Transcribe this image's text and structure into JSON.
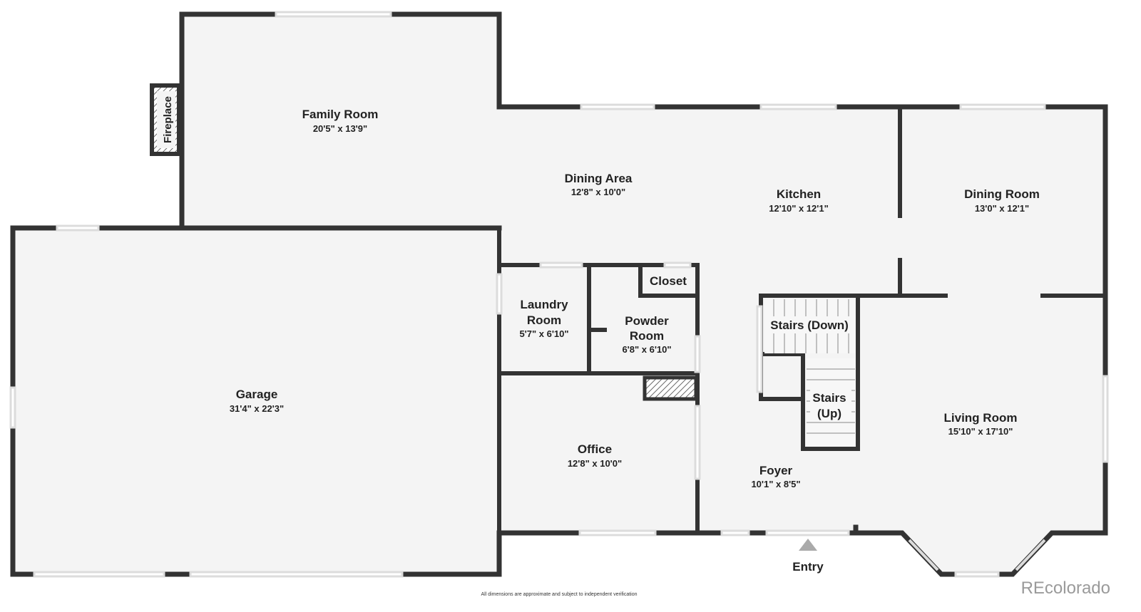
{
  "rooms": {
    "family_room": {
      "name": "Family Room",
      "dim": "20'5\" x 13'9\""
    },
    "dining_area": {
      "name": "Dining Area",
      "dim": "12'8\" x 10'0\""
    },
    "kitchen": {
      "name": "Kitchen",
      "dim": "12'10\" x 12'1\""
    },
    "dining_room": {
      "name": "Dining Room",
      "dim": "13'0\" x 12'1\""
    },
    "garage": {
      "name": "Garage",
      "dim": "31'4\" x 22'3\""
    },
    "laundry": {
      "name1": "Laundry",
      "name2": "Room",
      "dim": "5'7\" x 6'10\""
    },
    "powder": {
      "name1": "Powder",
      "name2": "Room",
      "dim": "6'8\" x 6'10\""
    },
    "closet": {
      "name": "Closet"
    },
    "office": {
      "name": "Office",
      "dim": "12'8\" x 10'0\""
    },
    "foyer": {
      "name": "Foyer",
      "dim": "10'1\" x 8'5\""
    },
    "living_room": {
      "name": "Living Room",
      "dim": "15'10\" x 17'10\""
    },
    "stairs_down": {
      "name": "Stairs (Down)"
    },
    "stairs_up": {
      "name1": "Stairs",
      "name2": "(Up)"
    }
  },
  "labels": {
    "fireplace": "Fireplace",
    "entry": "Entry",
    "disclaimer": "All dimensions are approximate and subject to independent verification",
    "brand": "REcolorado"
  },
  "colors": {
    "wall": "#333333",
    "floor": "#f4f4f4",
    "window": "#dcdcdc"
  }
}
